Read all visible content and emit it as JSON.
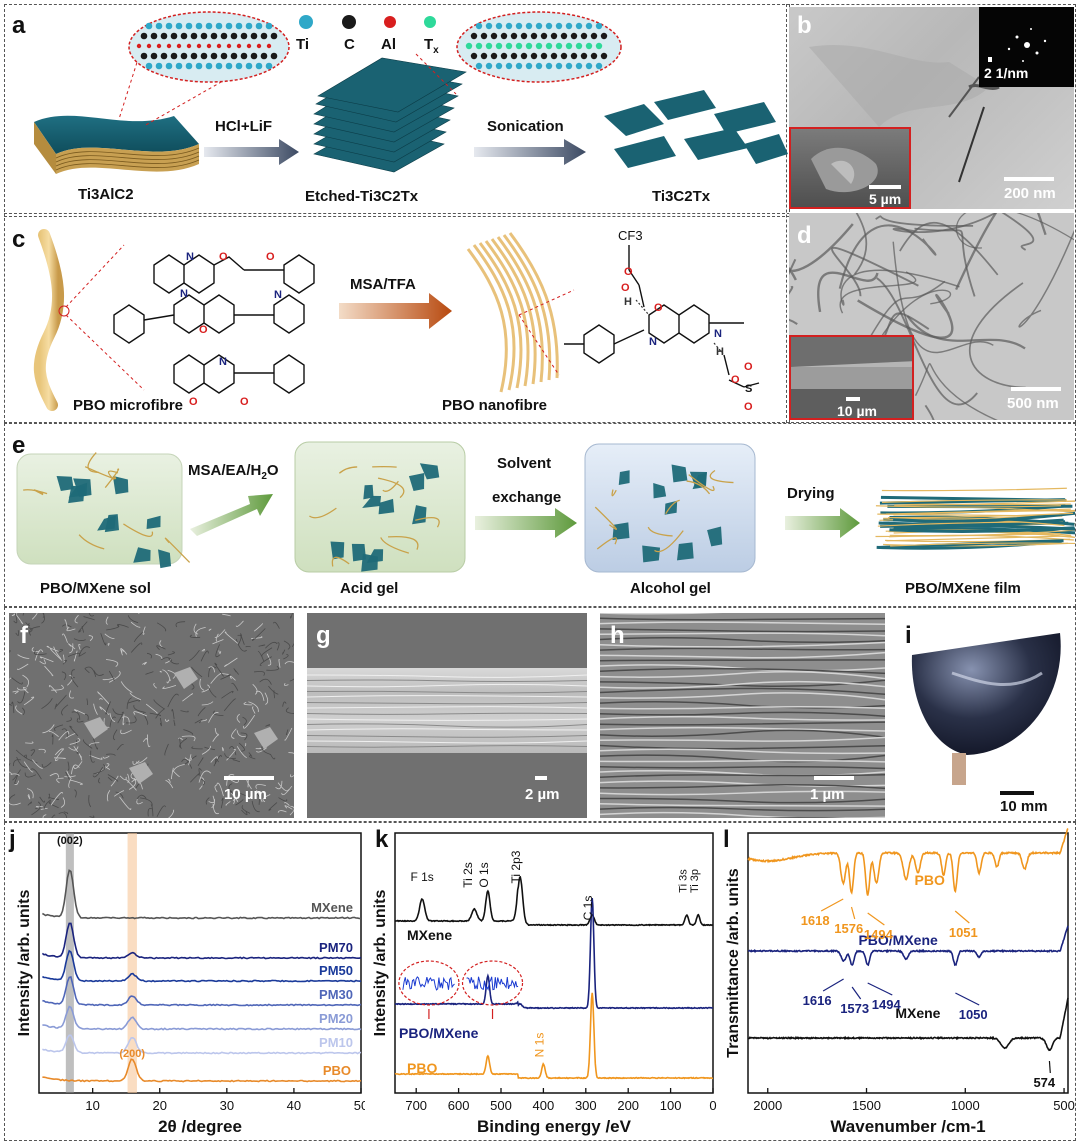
{
  "panel_labels": {
    "a": "a",
    "b": "b",
    "c": "c",
    "d": "d",
    "e": "e",
    "f": "f",
    "g": "g",
    "h": "h",
    "i": "i",
    "j": "j",
    "k": "k",
    "l": "l"
  },
  "a": {
    "legend": [
      "Ti",
      "C",
      "Al",
      "T"
    ],
    "legend_sub": "x",
    "legend_colors": [
      "#2fa8c8",
      "#1a1a1a",
      "#d81e1e",
      "#2ed99a"
    ],
    "arrow1": "HCl+LiF",
    "arrow2": "Sonication",
    "lbl_ti3alc2": "Ti3AlC2",
    "lbl_etched": "Etched-Ti3C2Tx",
    "lbl_ti3c2tx": "Ti3C2Tx"
  },
  "b": {
    "scale_main": "200 nm",
    "scale_inset": "5 µm",
    "scale_saed": "2 1/nm"
  },
  "c": {
    "arrow": "MSA/TFA",
    "lbl_micro": "PBO microfibre",
    "lbl_nano": "PBO nanofibre",
    "cf3": "CF3"
  },
  "d": {
    "scale_main": "500 nm",
    "scale_inset": "10 µm"
  },
  "e": {
    "arrow1": "MSA/EA/H2O",
    "arrow2_l1": "Solvent",
    "arrow2_l2": "exchange",
    "arrow3": "Drying",
    "lbl1": "PBO/MXene sol",
    "lbl2": "Acid gel",
    "lbl3": "Alcohol gel",
    "lbl4": "PBO/MXene film"
  },
  "f": {
    "scale": "10 µm"
  },
  "g": {
    "scale": "2 µm"
  },
  "h": {
    "scale": "1 µm"
  },
  "i": {
    "scale": "10 mm"
  },
  "chart_data": [
    {
      "type": "line",
      "panel": "j",
      "xlabel": "2θ /degree",
      "ylabel": "Intensity /arb. units",
      "xlim": [
        2,
        50
      ],
      "xticks": [
        10,
        20,
        30,
        40,
        50
      ],
      "annotations": [
        "(002)",
        "(200)"
      ],
      "series": [
        {
          "name": "MXene",
          "color": "#555555"
        },
        {
          "name": "PM70",
          "color": "#1a237e"
        },
        {
          "name": "PM50",
          "color": "#1a3a9a"
        },
        {
          "name": "PM30",
          "color": "#4f66b8"
        },
        {
          "name": "PM20",
          "color": "#8a9bd6"
        },
        {
          "name": "PM10",
          "color": "#bcc6ec"
        },
        {
          "name": "PBO",
          "color": "#e88a2a"
        }
      ]
    },
    {
      "type": "line",
      "panel": "k",
      "xlabel": "Binding energy /eV",
      "ylabel": "Intensity /arb. units",
      "xlim": [
        750,
        0
      ],
      "xticks": [
        700,
        600,
        500,
        400,
        300,
        200,
        100,
        0
      ],
      "annotations": [
        "F 1s",
        "Ti 2s",
        "O 1s",
        "Ti 2p3",
        "C 1s",
        "Ti 3s",
        "Ti 3p",
        "N 1s"
      ],
      "series": [
        {
          "name": "MXene",
          "color": "#111111"
        },
        {
          "name": "PBO/MXene",
          "color": "#1a237e"
        },
        {
          "name": "PBO",
          "color": "#f0961e"
        }
      ]
    },
    {
      "type": "line",
      "panel": "l",
      "xlabel": "Wavenumber /cm-1",
      "ylabel": "Transmittance /arb. units",
      "xlim": [
        2100,
        480
      ],
      "xticks": [
        2000,
        1500,
        1000,
        500
      ],
      "series": [
        {
          "name": "PBO",
          "color": "#f0961e",
          "peaks": [
            1618,
            1576,
            1494,
            1051
          ]
        },
        {
          "name": "PBO/MXene",
          "color": "#1a237e",
          "peaks": [
            1616,
            1573,
            1494,
            1050
          ]
        },
        {
          "name": "MXene",
          "color": "#111111",
          "peaks": [
            574
          ]
        }
      ]
    }
  ]
}
